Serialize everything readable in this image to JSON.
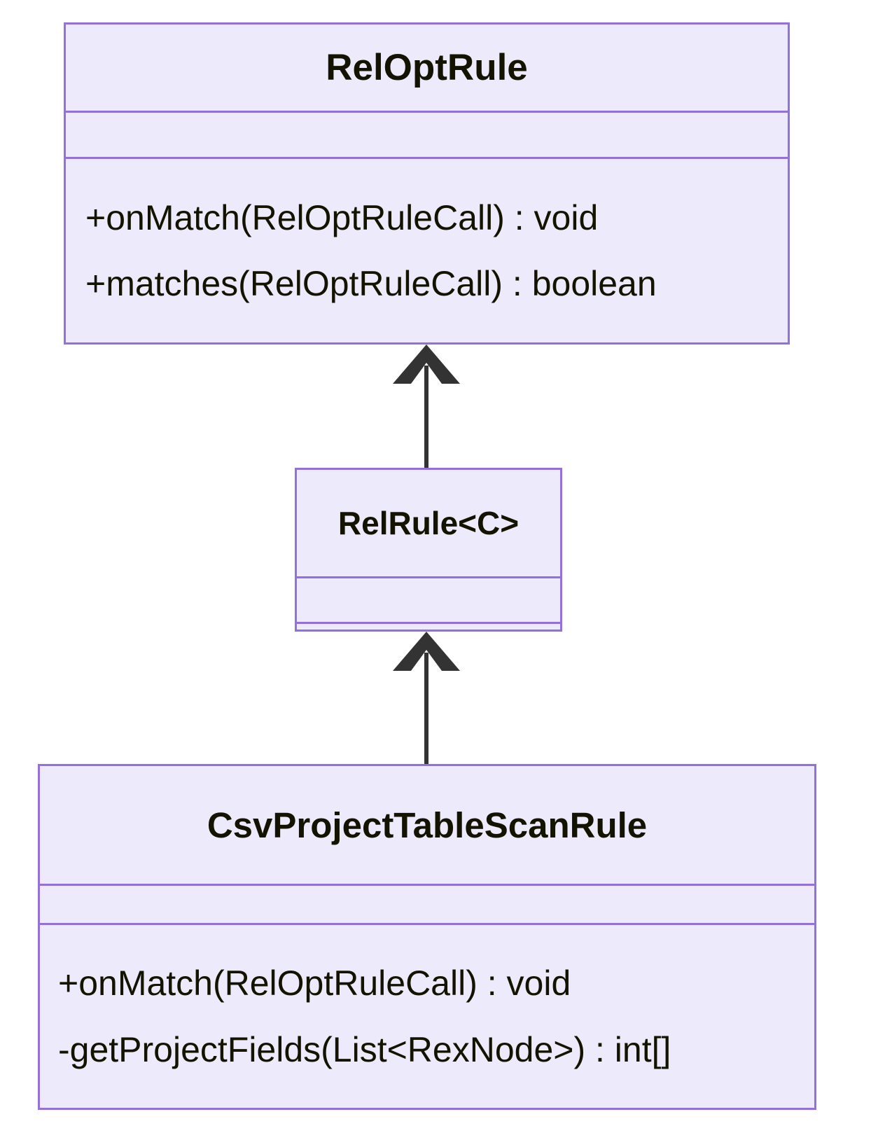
{
  "diagram": {
    "type": "uml-class-diagram",
    "title": "",
    "background_color": "#ffffff",
    "class_fill_color": "#ECEAFB",
    "class_border_color": "#9370DB",
    "text_color": "#131300",
    "edge_color": "#333333",
    "classes": [
      {
        "id": "reloptrule",
        "name": "RelOptRule",
        "attributes": [],
        "methods": [
          "+onMatch(RelOptRuleCall) : void",
          "+matches(RelOptRuleCall) : boolean"
        ]
      },
      {
        "id": "relrule",
        "name": "RelRule<C>",
        "attributes": [],
        "methods": []
      },
      {
        "id": "csvprojecttablescanrule",
        "name": "CsvProjectTableScanRule",
        "attributes": [],
        "methods": [
          "+onMatch(RelOptRuleCall) : void",
          "-getProjectFields(List<RexNode>) : int[]"
        ]
      }
    ],
    "relationships": [
      {
        "id": "relrule-to-reloptrule",
        "kind": "inheritance",
        "from": "RelRule<C>",
        "to": "RelOptRule",
        "arrow": "filled-arrow-up"
      },
      {
        "id": "csv-to-relrule",
        "kind": "inheritance",
        "from": "CsvProjectTableScanRule",
        "to": "RelRule<C>",
        "arrow": "filled-arrow-up"
      }
    ]
  }
}
